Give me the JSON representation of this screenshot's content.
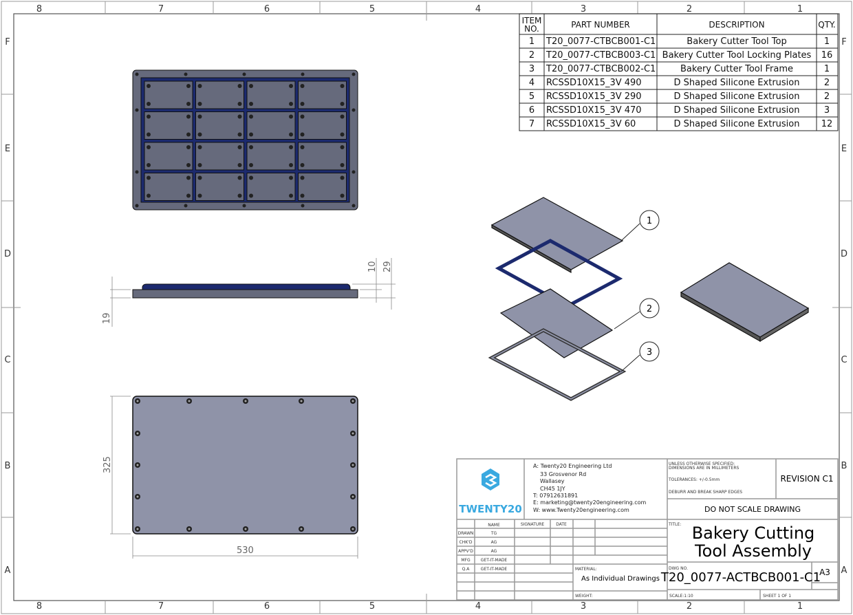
{
  "zones": {
    "columns": [
      "8",
      "7",
      "6",
      "5",
      "4",
      "3",
      "2",
      "1"
    ],
    "rows": [
      "F",
      "E",
      "D",
      "C",
      "B",
      "A"
    ]
  },
  "bom": {
    "headers": {
      "item_line1": "ITEM",
      "item_line2": "NO.",
      "part": "PART NUMBER",
      "desc": "DESCRIPTION",
      "qty": "QTY."
    },
    "rows": [
      {
        "item": "1",
        "part": "T20_0077-CTBCB001-C1",
        "desc": "Bakery Cutter Tool Top",
        "qty": "1"
      },
      {
        "item": "2",
        "part": "T20_0077-CTBCB003-C1",
        "desc": "Bakery Cutter Tool Locking Plates",
        "qty": "16"
      },
      {
        "item": "3",
        "part": "T20_0077-CTBCB002-C1",
        "desc": "Bakery Cutter Tool Frame",
        "qty": "1"
      },
      {
        "item": "4",
        "part": "RCSSD10X15_3V 490",
        "desc": "D Shaped Silicone Extrusion",
        "qty": "2"
      },
      {
        "item": "5",
        "part": "RCSSD10X15_3V 290",
        "desc": "D Shaped Silicone Extrusion",
        "qty": "2"
      },
      {
        "item": "6",
        "part": "RCSSD10X15_3V 470",
        "desc": "D Shaped Silicone Extrusion",
        "qty": "3"
      },
      {
        "item": "7",
        "part": "RCSSD10X15_3V 60",
        "desc": "D Shaped Silicone Extrusion",
        "qty": "12"
      }
    ]
  },
  "dimensions": {
    "side_total": "19",
    "side_top": "10",
    "side_overall": "29",
    "height": "325",
    "width": "530"
  },
  "balloons": [
    "1",
    "2",
    "3"
  ],
  "title_block": {
    "logo_text": "TWENTY20",
    "address": [
      "A: Twenty20 Engineering Ltd",
      "33 Grosvenor Rd",
      "Wallasey",
      "CH45 1JY",
      "T:  07912631891",
      "E:  marketing@twenty20engineering.com",
      "W: www.Twenty20engineering.com"
    ],
    "specs": [
      "UNLESS OTHERWISE SPECIFIED:",
      "DIMENSIONS ARE IN MILLIMETERS",
      "TOLERANCES: +/-0.5mm",
      "DEBURR AND BREAK SHARP EDGES"
    ],
    "revision": "REVISION C1",
    "do_not_scale": "DO NOT SCALE DRAWING",
    "col_name": "NAME",
    "col_signature": "SIGNATURE",
    "col_date": "DATE",
    "roles": [
      {
        "role": "DRAWN",
        "name": "TG"
      },
      {
        "role": "CHK'D",
        "name": "AG"
      },
      {
        "role": "APPV'D",
        "name": "AG"
      },
      {
        "role": "MFG",
        "name": "GET-IT-MADE"
      },
      {
        "role": "Q.A",
        "name": "GET-IT-MADE"
      }
    ],
    "material_label": "MATERIAL:",
    "material": "As Individual Drawings",
    "weight_label": "WEIGHT:",
    "title_label": "TITLE:",
    "title_line1": "Bakery Cutting",
    "title_line2": "Tool Assembly",
    "dwg_label": "DWG NO.",
    "dwg_no": "T20_0077-ACTBCB001-C1",
    "size": "A3",
    "scale": "SCALE:1:10",
    "sheet": "SHEET 1 OF 1"
  },
  "colors": {
    "accent": "#3aa9e0",
    "part": "#8f93a8",
    "frame": "#1c2a6e"
  }
}
